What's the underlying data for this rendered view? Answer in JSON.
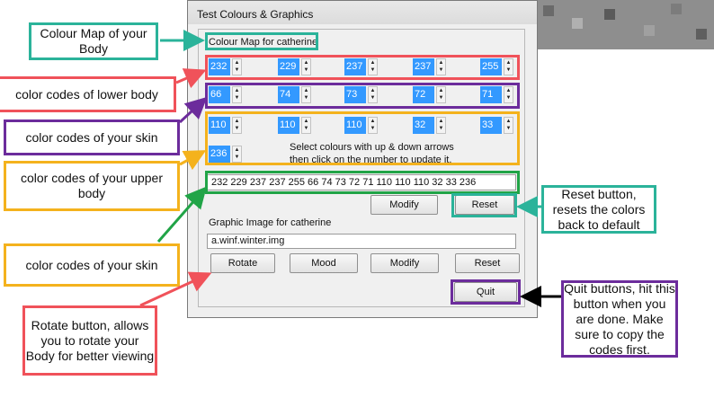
{
  "window": {
    "title": "Test Colours & Graphics",
    "colour_map_label": "Colour Map for catherine",
    "row1": [
      "232",
      "229",
      "237",
      "237",
      "255"
    ],
    "row2": [
      "66",
      "74",
      "73",
      "72",
      "71"
    ],
    "row3": [
      "110",
      "110",
      "110",
      "32",
      "33"
    ],
    "row4": [
      "236"
    ],
    "instruction_line1": "Select colours with up & down arrows",
    "instruction_line2": "then click on the number to update it.",
    "codes_value": "232 229 237 237 255 66 74 73 72 71 110 110 110 32 33 236",
    "modify_label": "Modify",
    "reset_label": "Reset",
    "graphic_label": "Graphic Image for catherine",
    "image_value": "a.winf.winter.img",
    "rotate_label": "Rotate",
    "mood_label": "Mood",
    "modify2_label": "Modify",
    "reset2_label": "Reset",
    "quit_label": "Quit"
  },
  "callouts": {
    "colour_map": "Colour Map of your Body",
    "lower_body": "color codes of lower body",
    "skin": "color codes of your skin",
    "upper_body": "color codes of your upper body",
    "skin2": "color codes of your skin",
    "rotate": "Rotate button, allows you to rotate your Body for better viewing",
    "reset": "Reset button, resets the colors back to default",
    "quit": "Quit buttons, hit this button when you are done. Make sure to copy the codes first."
  },
  "colors": {
    "teal": "#2bb39a",
    "red": "#f0525a",
    "purple": "#6c2c9c",
    "orange": "#f4b21d",
    "green": "#21a447",
    "spin_blue": "#3399ff"
  }
}
